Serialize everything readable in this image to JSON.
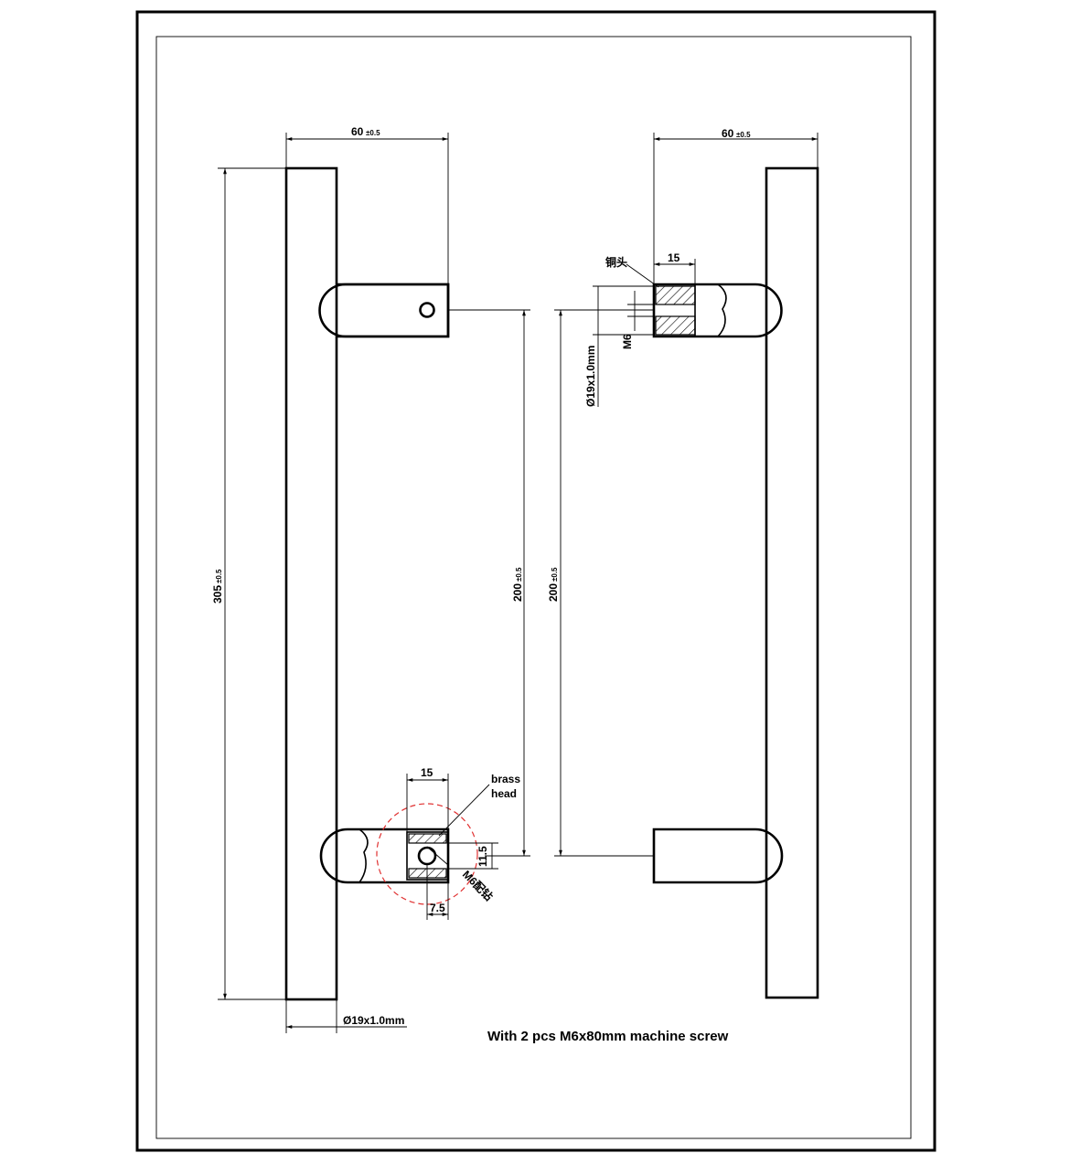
{
  "drawing": {
    "note": "With 2 pcs M6x80mm machine screw",
    "left_view": {
      "dim_width": "60",
      "dim_width_tol": "±0.5",
      "dim_height": "305",
      "dim_height_tol": "±0.5",
      "dim_center": "200",
      "dim_center_tol": "±0.5",
      "dim_head": "15",
      "dim_offset": "7.5",
      "dim_hole": "11.5",
      "tube": "Ø19x1.0mm",
      "label_head_line1": "brass",
      "label_head_line2": "head",
      "label_thread": "M6配钻"
    },
    "right_view": {
      "dim_width": "60",
      "dim_width_tol": "±0.5",
      "dim_center": "200",
      "dim_center_tol": "±0.5",
      "dim_head": "15",
      "thread": "M6",
      "tube": "Ø19x1.0mm",
      "label_head": "铜头"
    }
  }
}
